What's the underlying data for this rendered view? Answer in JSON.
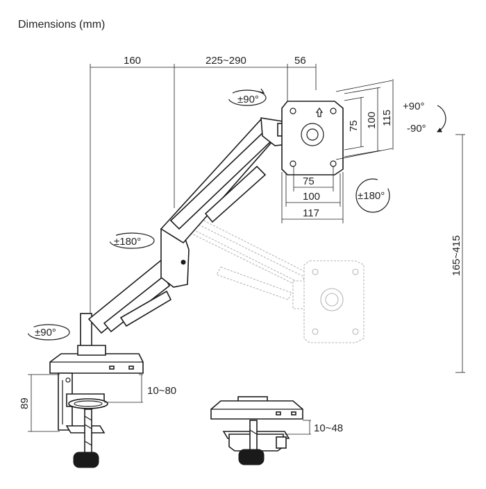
{
  "title": "Dimensions (mm)",
  "dimensions": {
    "base_to_pole": "160",
    "arm_reach": "225~290",
    "vesa_offset": "56",
    "vesa_h_inner": "75",
    "vesa_h_outer": "100",
    "vesa_h_total": "117",
    "vesa_v_inner": "75",
    "vesa_v_outer": "100",
    "vesa_v_total": "115",
    "height_range": "165~415",
    "clamp_height": "89",
    "desk_clamp_range": "10~80",
    "grommet_range": "10~48"
  },
  "rotations": {
    "head_swivel": "±90°",
    "tilt_up": "+90°",
    "tilt_down": "-90°",
    "screen_rotation": "±180°",
    "elbow_swivel": "±180°",
    "base_swivel": "±90°"
  },
  "colors": {
    "line": "#1a1a1a",
    "ghost": "#b5b5b5"
  }
}
